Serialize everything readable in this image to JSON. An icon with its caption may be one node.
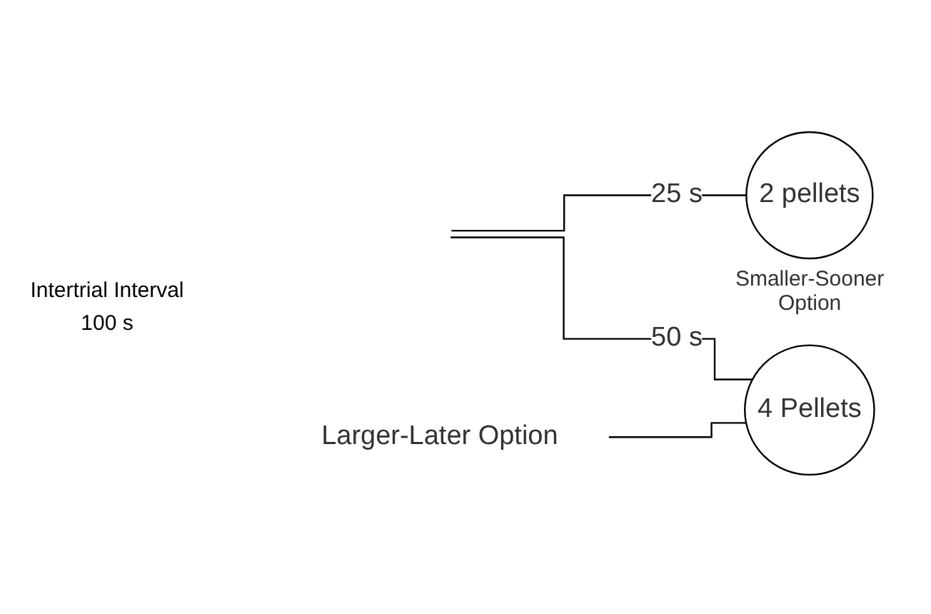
{
  "diagram": {
    "nodes": [
      {
        "text": [
          "2 pellets"
        ],
        "beside": [
          "Smaller-Sooner Option"
        ]
      },
      {
        "text": [
          "Larger-Later Option"
        ]
      },
      {
        "text": [
          "4 Pellets"
        ]
      }
    ],
    "edges": [
      {
        "from": null,
        "to": 0,
        "arrow": "none",
        "label": "25 s"
      },
      {
        "from": null,
        "to": 2,
        "arrow": "none",
        "label": "50 s"
      },
      {
        "from": 1,
        "to": 2,
        "arrow": "none"
      }
    ],
    "labels": [
      "Intertrial Interval",
      "100 s"
    ]
  }
}
